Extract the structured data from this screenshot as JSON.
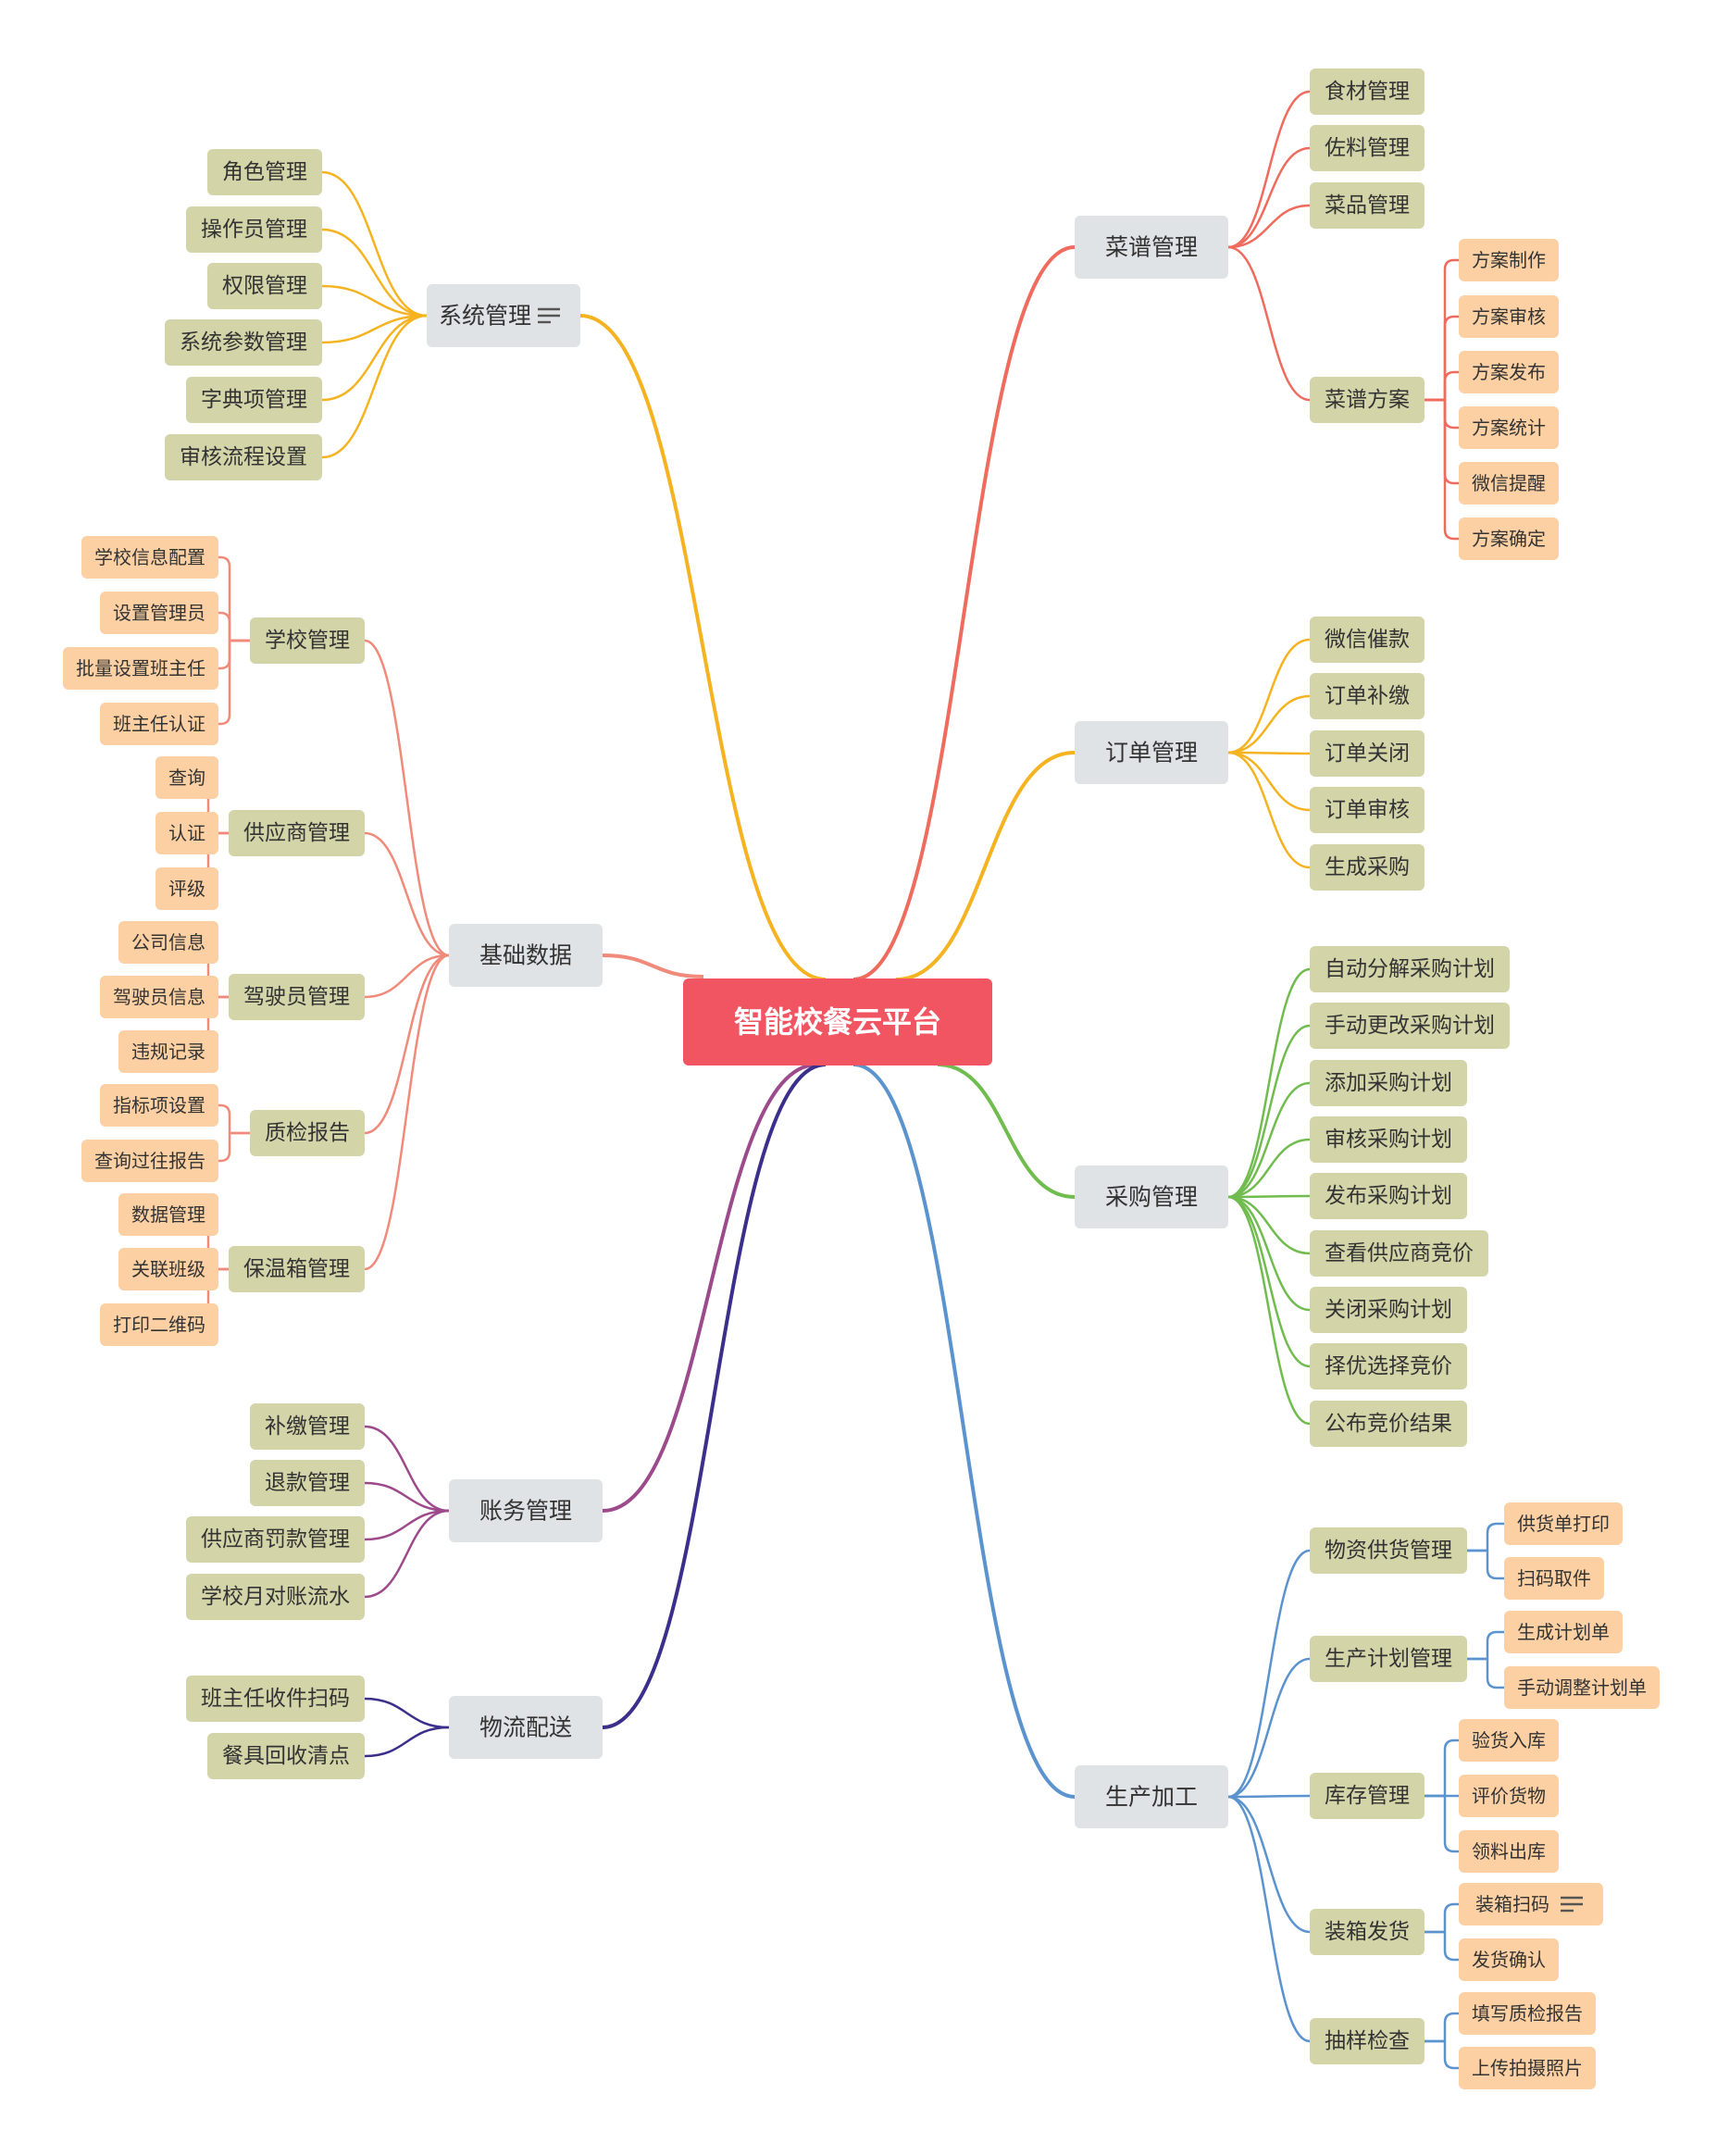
{
  "colors": {
    "root_fill": "#f25562",
    "root_text": "#ffffff",
    "level1_fill": "#dfe3e5",
    "level1_text": "#333333",
    "level2_fill": "#d3d4a8",
    "level2_text": "#333333",
    "level3_fill": "#fcd0a3",
    "level3_text": "#333333",
    "branch_system": "#f5b321",
    "branch_base": "#f08a7a",
    "branch_finance": "#9c4a8c",
    "branch_logistics": "#3b2f8c",
    "branch_menu": "#ef6b5d",
    "branch_order": "#f5b321",
    "branch_purchase": "#71bc4e",
    "branch_production": "#5b93cf"
  },
  "root": {
    "label": "智能校餐云平台"
  },
  "branches": [
    {
      "id": "system",
      "label": "系统管理",
      "note_icon": "notes-icon",
      "children": [
        {
          "label": "角色管理"
        },
        {
          "label": "操作员管理"
        },
        {
          "label": "权限管理"
        },
        {
          "label": "系统参数管理"
        },
        {
          "label": "字典项管理"
        },
        {
          "label": "审核流程设置"
        }
      ]
    },
    {
      "id": "base",
      "label": "基础数据",
      "children": [
        {
          "label": "学校管理",
          "children": [
            {
              "label": "学校信息配置"
            },
            {
              "label": "设置管理员"
            },
            {
              "label": "批量设置班主任"
            },
            {
              "label": "班主任认证"
            }
          ]
        },
        {
          "label": "供应商管理",
          "children": [
            {
              "label": "查询"
            },
            {
              "label": "认证"
            },
            {
              "label": "评级"
            }
          ]
        },
        {
          "label": "驾驶员管理",
          "children": [
            {
              "label": "公司信息"
            },
            {
              "label": "驾驶员信息"
            },
            {
              "label": "违规记录"
            }
          ]
        },
        {
          "label": "质检报告",
          "children": [
            {
              "label": "指标项设置"
            },
            {
              "label": "查询过往报告"
            }
          ]
        },
        {
          "label": "保温箱管理",
          "children": [
            {
              "label": "数据管理"
            },
            {
              "label": "关联班级"
            },
            {
              "label": "打印二维码"
            }
          ]
        }
      ]
    },
    {
      "id": "finance",
      "label": "账务管理",
      "children": [
        {
          "label": "补缴管理"
        },
        {
          "label": "退款管理"
        },
        {
          "label": "供应商罚款管理"
        },
        {
          "label": "学校月对账流水"
        }
      ]
    },
    {
      "id": "logistics",
      "label": "物流配送",
      "children": [
        {
          "label": "班主任收件扫码"
        },
        {
          "label": "餐具回收清点"
        }
      ]
    },
    {
      "id": "menu",
      "label": "菜谱管理",
      "children": [
        {
          "label": "食材管理"
        },
        {
          "label": "佐料管理"
        },
        {
          "label": "菜品管理"
        },
        {
          "label": "菜谱方案",
          "children": [
            {
              "label": "方案制作"
            },
            {
              "label": "方案审核"
            },
            {
              "label": "方案发布"
            },
            {
              "label": "方案统计"
            },
            {
              "label": "微信提醒"
            },
            {
              "label": "方案确定"
            }
          ]
        }
      ]
    },
    {
      "id": "order",
      "label": "订单管理",
      "children": [
        {
          "label": "微信催款"
        },
        {
          "label": "订单补缴"
        },
        {
          "label": "订单关闭"
        },
        {
          "label": "订单审核"
        },
        {
          "label": "生成采购"
        }
      ]
    },
    {
      "id": "purchase",
      "label": "采购管理",
      "children": [
        {
          "label": "自动分解采购计划"
        },
        {
          "label": "手动更改采购计划"
        },
        {
          "label": "添加采购计划"
        },
        {
          "label": "审核采购计划"
        },
        {
          "label": "发布采购计划"
        },
        {
          "label": "查看供应商竞价"
        },
        {
          "label": "关闭采购计划"
        },
        {
          "label": "择优选择竞价"
        },
        {
          "label": "公布竞价结果"
        }
      ]
    },
    {
      "id": "production",
      "label": "生产加工",
      "children": [
        {
          "label": "物资供货管理",
          "children": [
            {
              "label": "供货单打印"
            },
            {
              "label": "扫码取件"
            }
          ]
        },
        {
          "label": "生产计划管理",
          "children": [
            {
              "label": "生成计划单"
            },
            {
              "label": "手动调整计划单"
            }
          ]
        },
        {
          "label": "库存管理",
          "children": [
            {
              "label": "验货入库"
            },
            {
              "label": "评价货物"
            },
            {
              "label": "领料出库"
            }
          ]
        },
        {
          "label": "装箱发货",
          "children": [
            {
              "label": "装箱扫码",
              "note_icon": "notes-icon"
            },
            {
              "label": "发货确认"
            }
          ]
        },
        {
          "label": "抽样检查",
          "children": [
            {
              "label": "填写质检报告"
            },
            {
              "label": "上传拍摄照片"
            }
          ]
        }
      ]
    }
  ]
}
